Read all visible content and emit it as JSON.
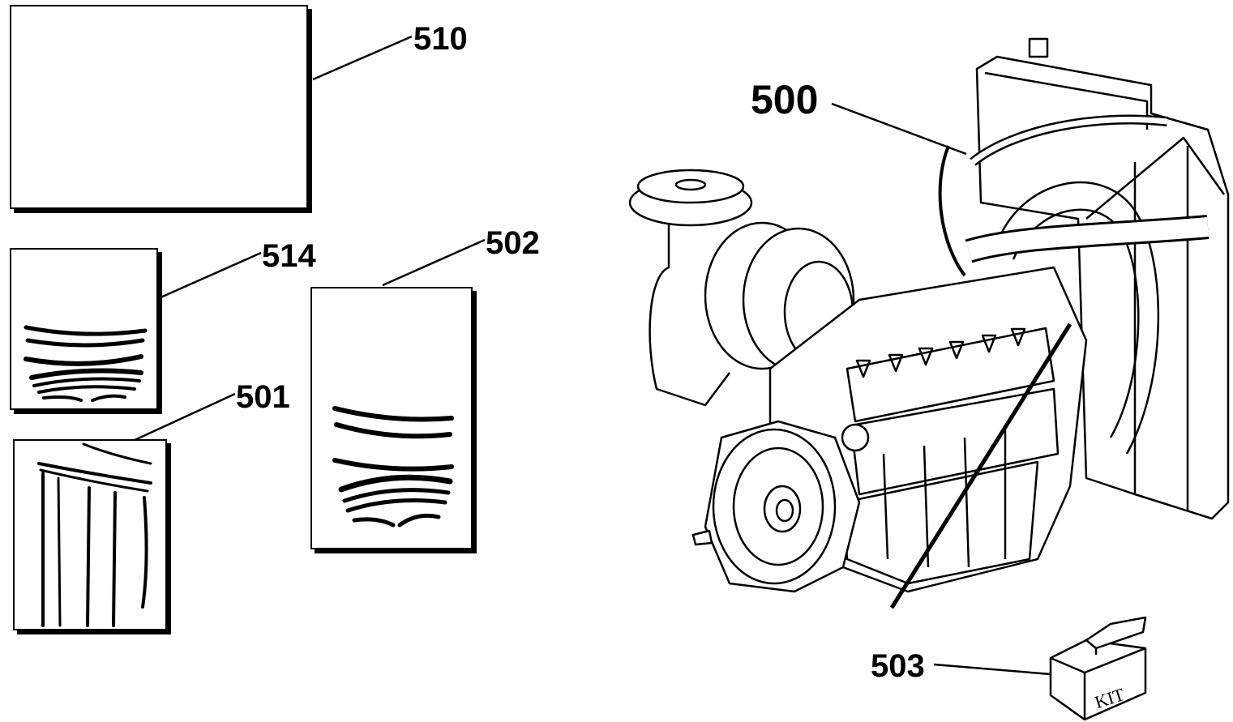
{
  "figure": {
    "labels": {
      "display_510": "510",
      "panel_514": "514",
      "panel_502": "502",
      "panel_501": "501",
      "engine_500": "500",
      "kit_503": "503"
    },
    "kit_box_text": "KIT"
  }
}
